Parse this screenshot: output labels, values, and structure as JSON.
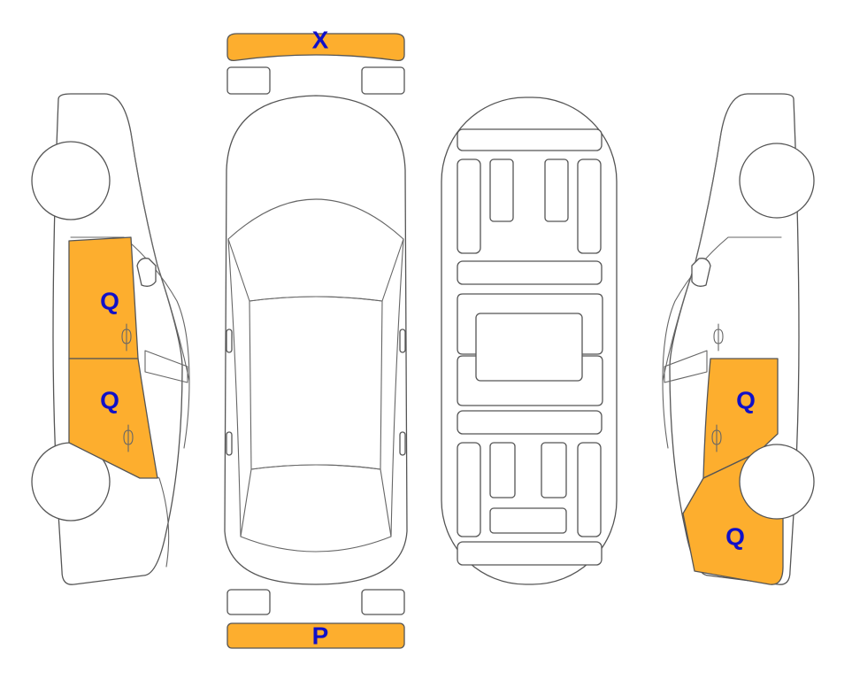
{
  "colors": {
    "damage_fill": "#FDAE2E",
    "label_text": "#1010C8",
    "outline": "#555555",
    "background": "#FFFFFF"
  },
  "labels": {
    "front_bumper": "X",
    "rear_bumper": "P",
    "left_front_door": "Q",
    "left_rear_door": "Q",
    "right_rear_door": "Q",
    "right_rear_quarter": "Q"
  }
}
